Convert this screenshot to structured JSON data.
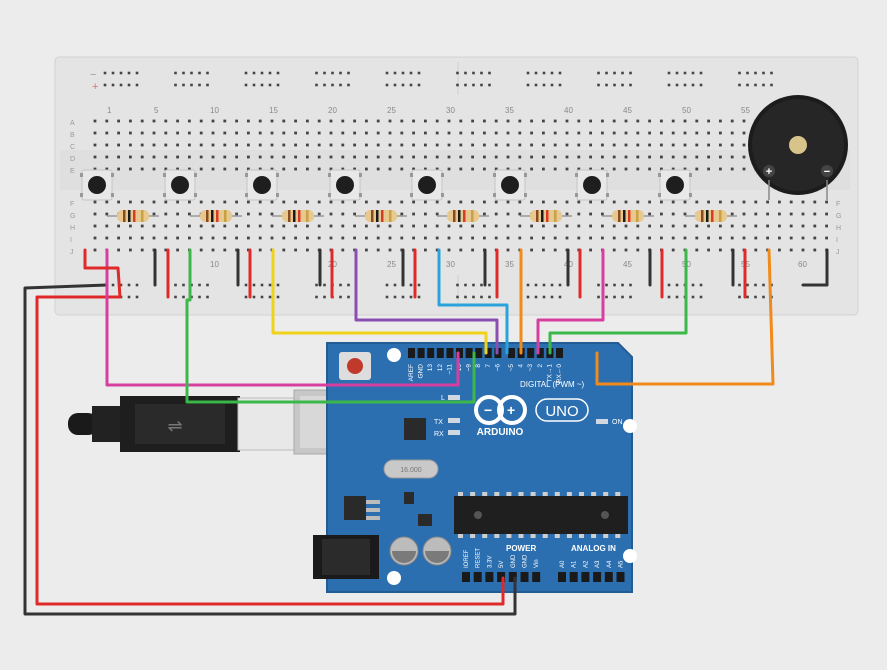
{
  "breadboard": {
    "column_numbers_top": [
      "1",
      "5",
      "10",
      "15",
      "20",
      "25",
      "30",
      "35",
      "40",
      "45",
      "50",
      "55"
    ],
    "column_numbers_bottom": [
      "10",
      "20",
      "25",
      "30",
      "35",
      "40",
      "45",
      "50",
      "55",
      "60"
    ],
    "row_letters_top": [
      "A",
      "B",
      "C",
      "D",
      "E"
    ],
    "row_letters_bottom": [
      "F",
      "G",
      "H",
      "I",
      "J"
    ],
    "rail_symbols": [
      "−",
      "+"
    ]
  },
  "components": {
    "pushbutton_count": 8,
    "resistor_count": 8,
    "buzzer_terminals": [
      "+",
      "−"
    ]
  },
  "arduino": {
    "brand": "ARDUINO",
    "model": "UNO",
    "digital_header": "DIGITAL (PWM ~)",
    "digital_pins": [
      "AREF",
      "GND",
      "13",
      "12",
      "~11",
      "~10",
      "~9",
      "8",
      "7",
      "~6",
      "~5",
      "4",
      "~3",
      "2",
      "TX→1",
      "RX←0"
    ],
    "tx_label": "TX",
    "rx_label": "RX",
    "on_label": "ON",
    "l_label": "L",
    "power_header": "POWER",
    "power_pins": [
      "IOREF",
      "RESET",
      "3.3V",
      "5V",
      "GND",
      "GND",
      "Vin"
    ],
    "analog_header": "ANALOG IN",
    "analog_pins": [
      "A0",
      "A1",
      "A2",
      "A3",
      "A4",
      "A5"
    ],
    "crystal_label": "16.000"
  },
  "colors": {
    "board": "#2c6fb0",
    "breadboard": "#e4e4e4",
    "wire_red": "#e02a2a",
    "wire_black": "#333333",
    "wire_magenta": "#d63fa0",
    "wire_green": "#3cb84a",
    "wire_yellow": "#f0d21a",
    "wire_purple": "#8a4fb0",
    "wire_blue": "#2aa3dc",
    "wire_orange": "#f08a1a"
  }
}
